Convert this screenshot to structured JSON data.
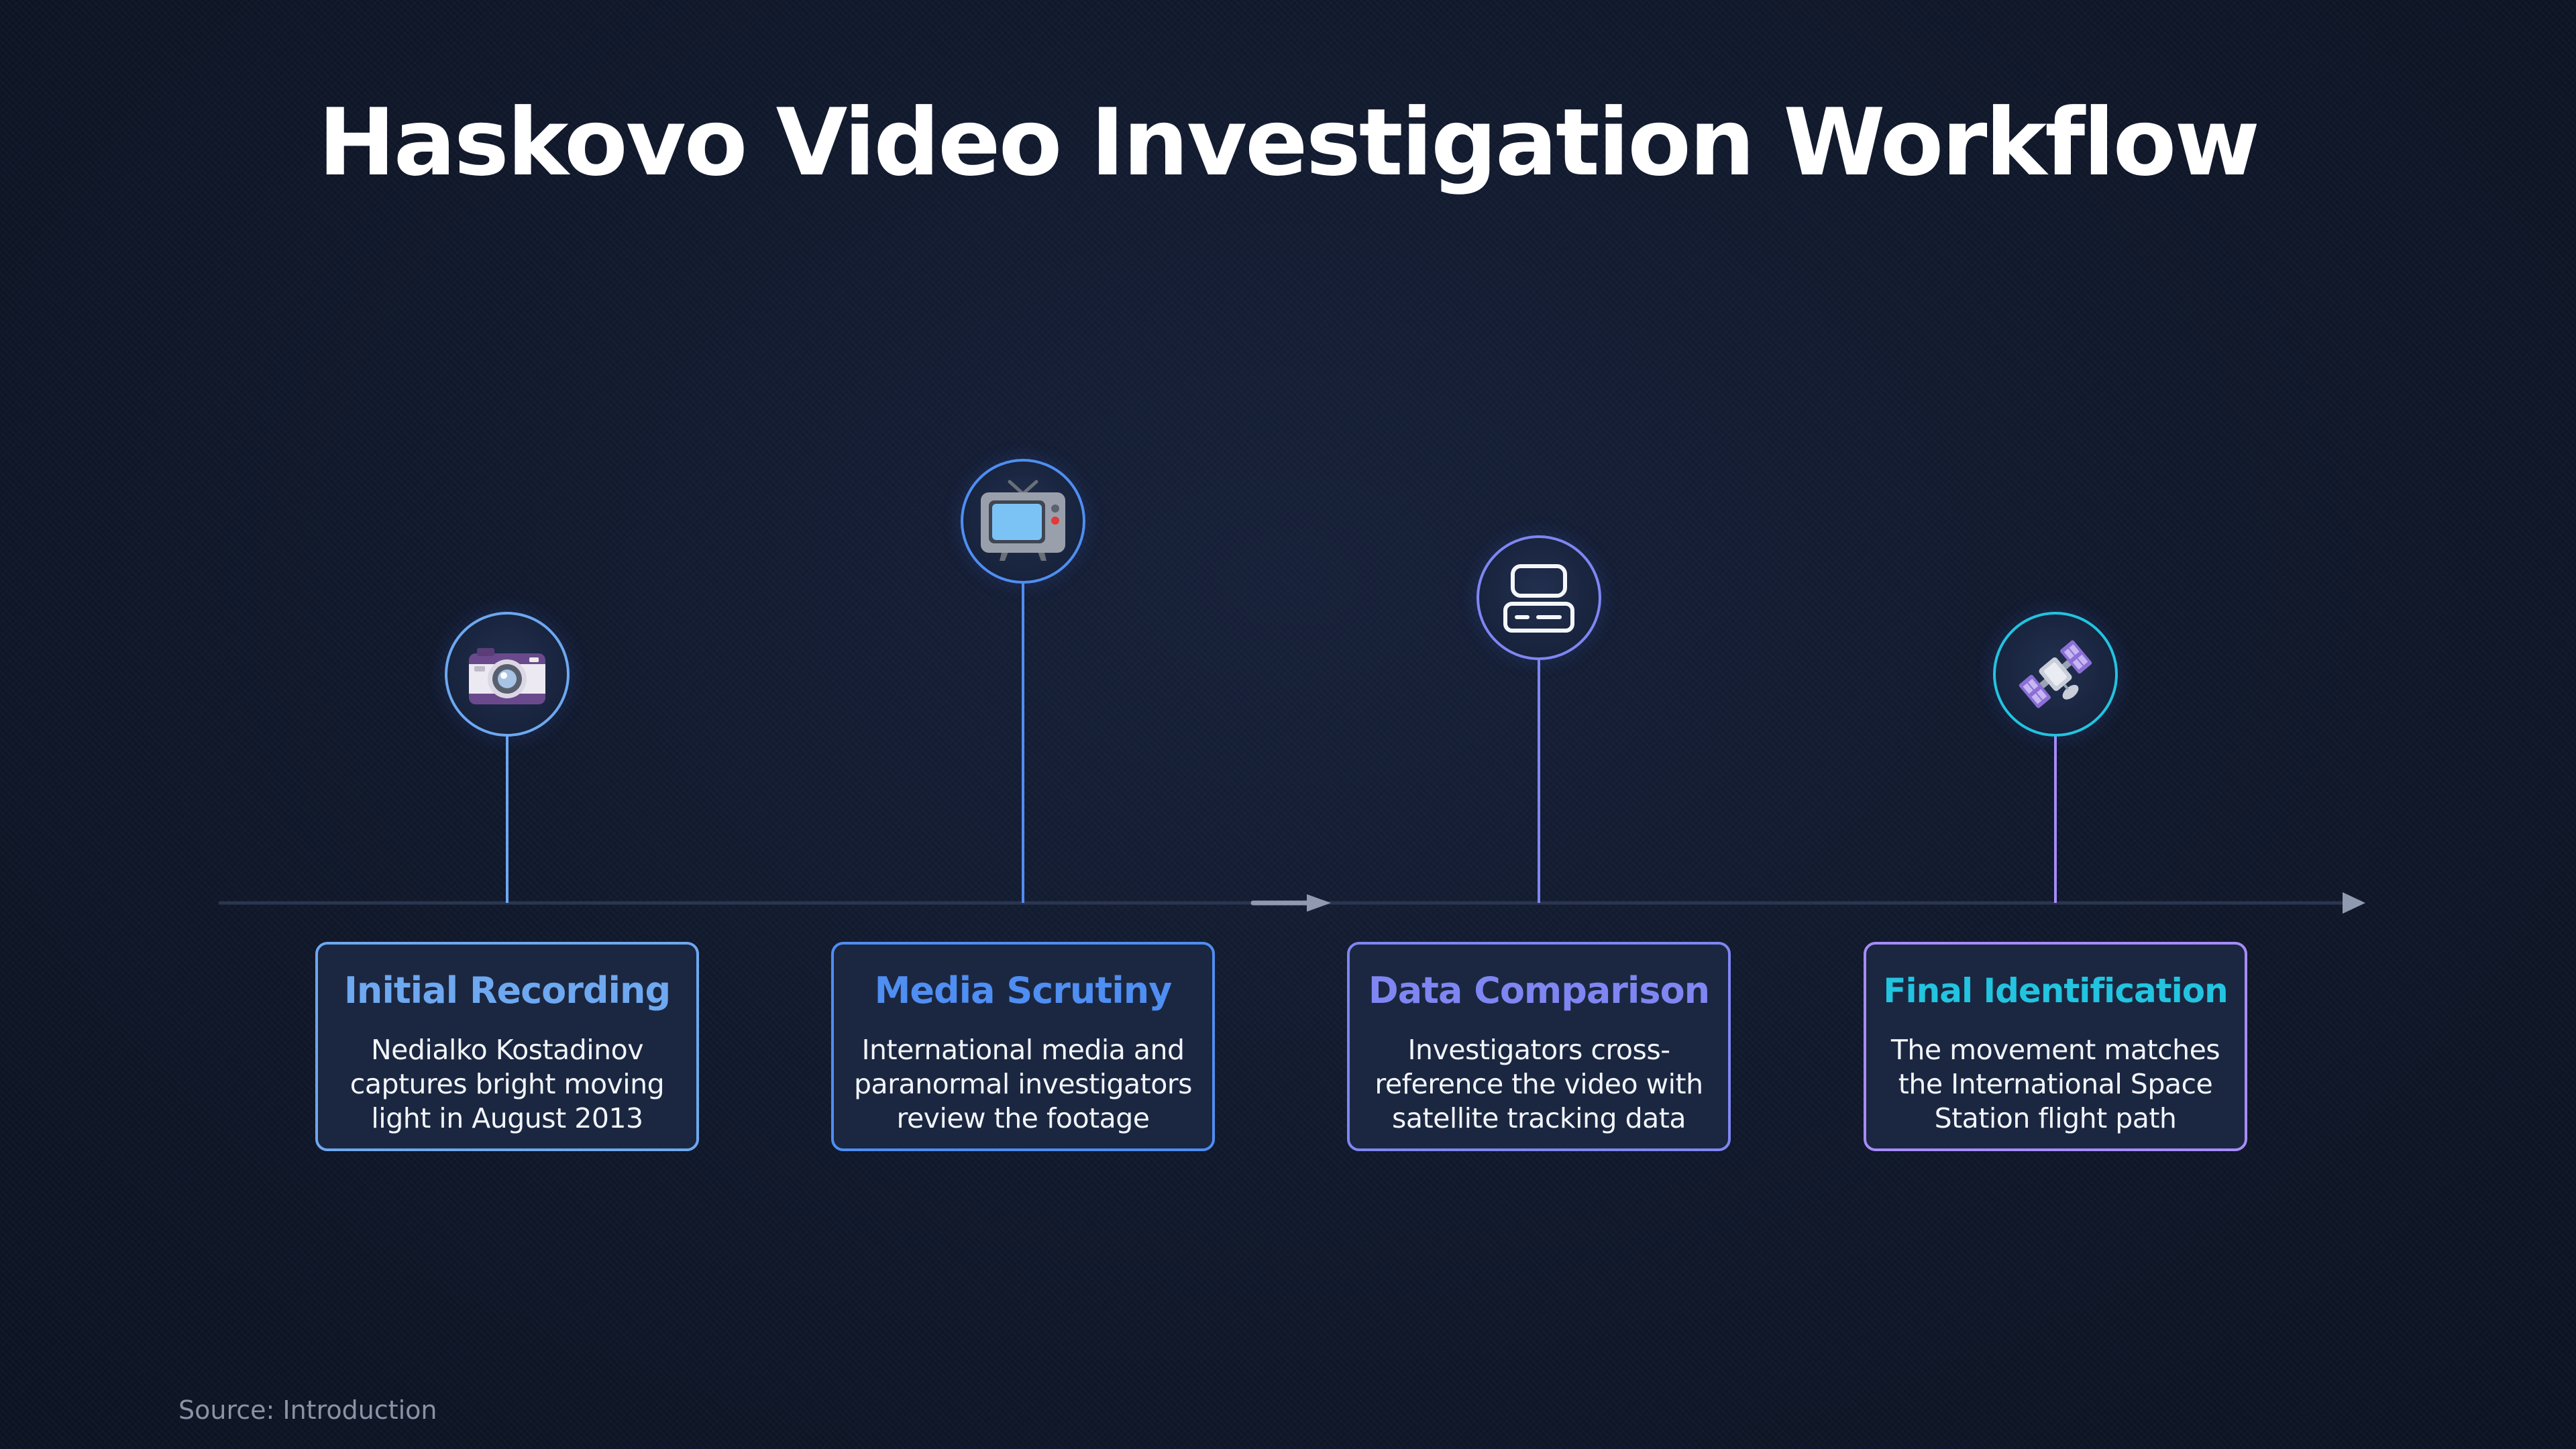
{
  "title": "Haskovo Video Investigation Workflow",
  "source": "Source: Introduction",
  "colors": {
    "background": "#0f1729",
    "axis": "#2a3550",
    "stage1": "#6ea8f0",
    "stage2": "#4f8ef2",
    "stage3": "#7f86f2",
    "stage4": "#22c4e0",
    "stage4_border": "#a78bfa"
  },
  "stages": [
    {
      "title": "Initial Recording",
      "description": "Nedialko Kostadinov captures bright moving light in August 2013",
      "icon": "camera-icon"
    },
    {
      "title": "Media Scrutiny",
      "description": "International media and paranormal investigators review the footage",
      "icon": "television-icon"
    },
    {
      "title": "Data Comparison",
      "description": "Investigators cross-reference the video with satellite tracking data",
      "icon": "server-icon"
    },
    {
      "title": "Final Identification",
      "description": "The movement matches the International Space Station flight path",
      "icon": "satellite-icon"
    }
  ]
}
